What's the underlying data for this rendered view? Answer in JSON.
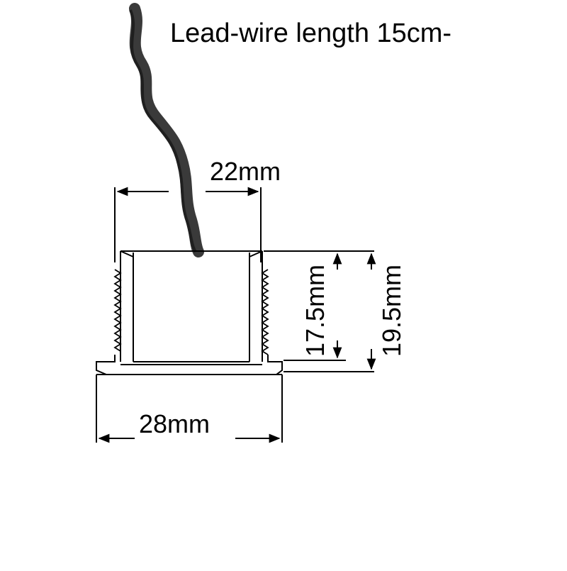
{
  "diagram": {
    "title": "Lead-wire length 15cm-",
    "dimensions": {
      "top_width": "22mm",
      "inner_height": "17.5mm",
      "total_height": "19.5mm",
      "bottom_width": "28mm"
    }
  },
  "colors": {
    "line": "#000000",
    "wire": "#3a3a3a",
    "background": "#ffffff"
  }
}
